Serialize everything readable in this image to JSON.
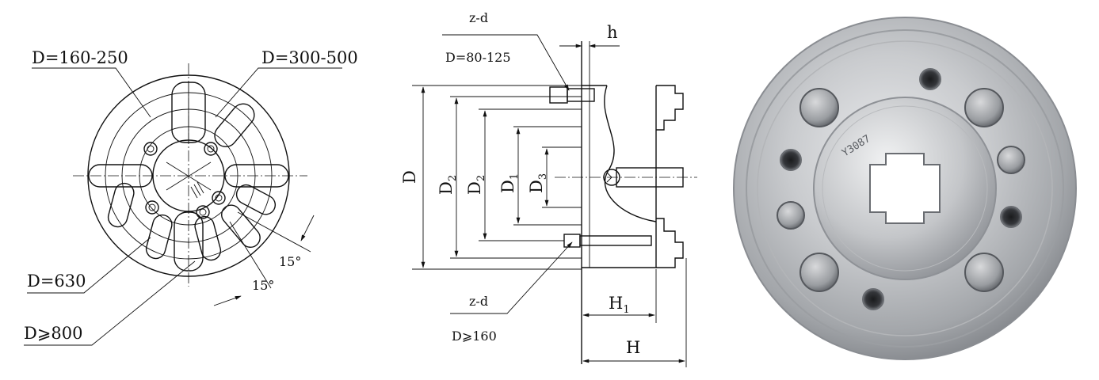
{
  "front_view": {
    "label_top_left": "D=160-250",
    "label_top_right": "D=300-500",
    "label_bottom_1": "D=630",
    "label_bottom_2": "D⩾800",
    "angle_1": "15°",
    "angle_2": "15°"
  },
  "section_view": {
    "top_callout": "z-d",
    "top_callout_range": "D=80-125",
    "bottom_callout": "z-d",
    "bottom_callout_range": "D⩾160",
    "dim_h": "h",
    "dim_D": "D",
    "dim_D2_outer_main": "D",
    "dim_D2_outer_sub": "2",
    "dim_D2_inner_main": "D",
    "dim_D2_inner_sub": "2",
    "dim_D1_main": "D",
    "dim_D1_sub": "1",
    "dim_D3_main": "D",
    "dim_D3_sub": "3",
    "dim_H1_main": "H",
    "dim_H1_sub": "1",
    "dim_H": "H"
  },
  "photo": {
    "engraving": "Y3087"
  }
}
